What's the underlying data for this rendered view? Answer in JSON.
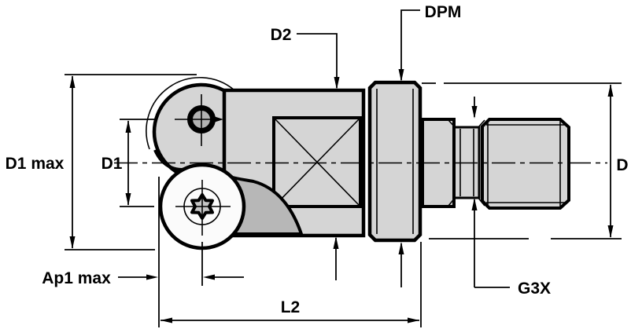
{
  "drawing": {
    "type": "engineering-drawing",
    "description": "Indexable ball nose end mill with screw-on adaption, side view with dimension callouts",
    "labels": {
      "d2": "D2",
      "dpm": "DPM",
      "d1max": "D1 max",
      "d1": "D1",
      "d": "D",
      "ap1max": "Ap1 max",
      "g3x": "G3X",
      "l2": "L2"
    },
    "colors": {
      "outline": "#000000",
      "body_fill": "#d5d5d5",
      "flute_fill": "#b7b7b7",
      "screw_fill": "#b2b2b2",
      "torx_ring_fill": "#d2d2d2",
      "torx_fill": "#c6c6c6",
      "insert_face_fill": "#fbfbfb",
      "background": "#ffffff"
    }
  }
}
